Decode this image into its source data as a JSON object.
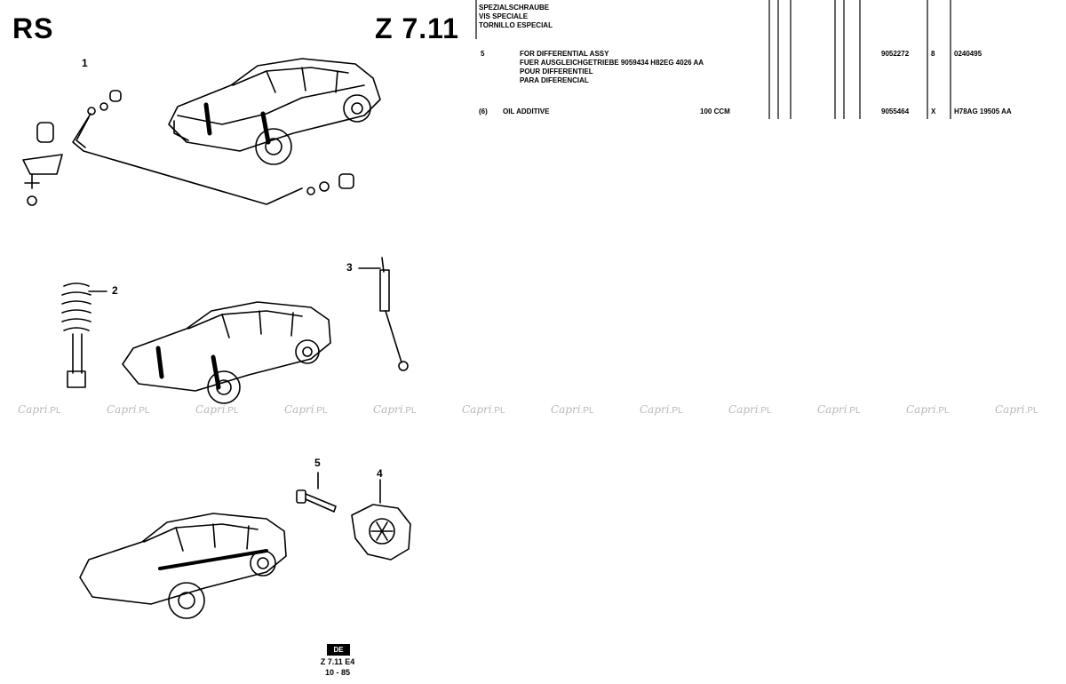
{
  "header": {
    "model_code": "RS",
    "page_ref": "Z 7.11"
  },
  "illustration": {
    "callouts": [
      "1",
      "2",
      "3",
      "4",
      "5"
    ]
  },
  "parts_table": {
    "title_lines": [
      "SPEZIALSCHRAUBE",
      "VIS SPECIALE",
      "TORNILLO ESPECIAL"
    ],
    "rows": [
      {
        "ref": "5",
        "desc": [
          "FOR DIFFERENTIAL ASSY",
          "FUER AUSGLEICHGETRIEBE 9059434 H82EG 4026 AA",
          "POUR DIFFERENTIEL",
          "PARA DIFERENCIAL"
        ],
        "qty_note": "",
        "part_no": "9052272",
        "qty": "8",
        "code": "0240495"
      },
      {
        "ref": "(6)",
        "desc": [
          "OIL ADDITIVE"
        ],
        "qty_note": "100 CCM",
        "part_no": "9055464",
        "qty": "X",
        "code": "H78AG 19505 AA"
      }
    ]
  },
  "watermark": {
    "brand": "Capri",
    "suffix": ".PL",
    "count": 12
  },
  "footer": {
    "box_label": "DE",
    "catalog_ref": "Z 7.11 E4",
    "date": "10 - 85"
  },
  "colors": {
    "ink": "#000000",
    "watermark": "#b8b8b8"
  }
}
